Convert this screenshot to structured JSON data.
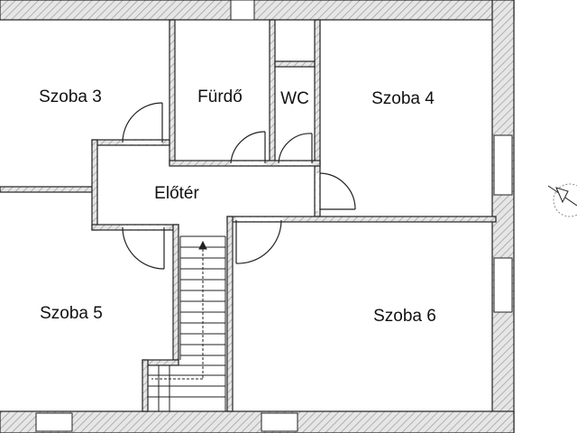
{
  "floorplan": {
    "rooms": {
      "szoba3": "Szoba 3",
      "furdo": "Fürdő",
      "wc": "WC",
      "szoba4": "Szoba 4",
      "eloter": "Előtér",
      "szoba5": "Szoba 5",
      "szoba6": "Szoba 6"
    },
    "colors": {
      "wall_fill": "#e6e6e6",
      "wall_hatch": "#9a9a9a",
      "line": "#222222",
      "background": "#ffffff"
    },
    "icons": [
      "compass-icon",
      "stair-arrow-icon",
      "door-swing-icon"
    ]
  }
}
